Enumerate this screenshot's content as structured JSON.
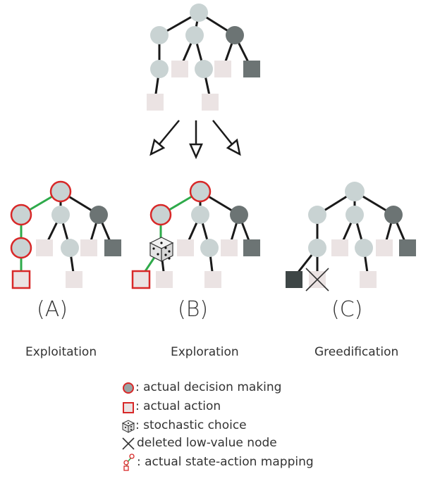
{
  "panels": {
    "a": {
      "label": "(A)",
      "caption": "Exploitation"
    },
    "b": {
      "label": "(B)",
      "caption": "Exploration"
    },
    "c": {
      "label": "(C)",
      "caption": "Greedification"
    }
  },
  "legend": {
    "decision": ": actual decision making",
    "action": ": actual action",
    "stochastic": ": stochastic choice",
    "deleted": "deleted low-value node",
    "mapping": ": actual state-action mapping"
  },
  "colors": {
    "node_light": "#c9d3d3",
    "node_dark": "#6c7474",
    "node_darker": "#3e4646",
    "leaf_light": "#ebe3e3",
    "red": "#d82828",
    "green": "#2eaa4a",
    "edge": "#1a1a1a"
  }
}
